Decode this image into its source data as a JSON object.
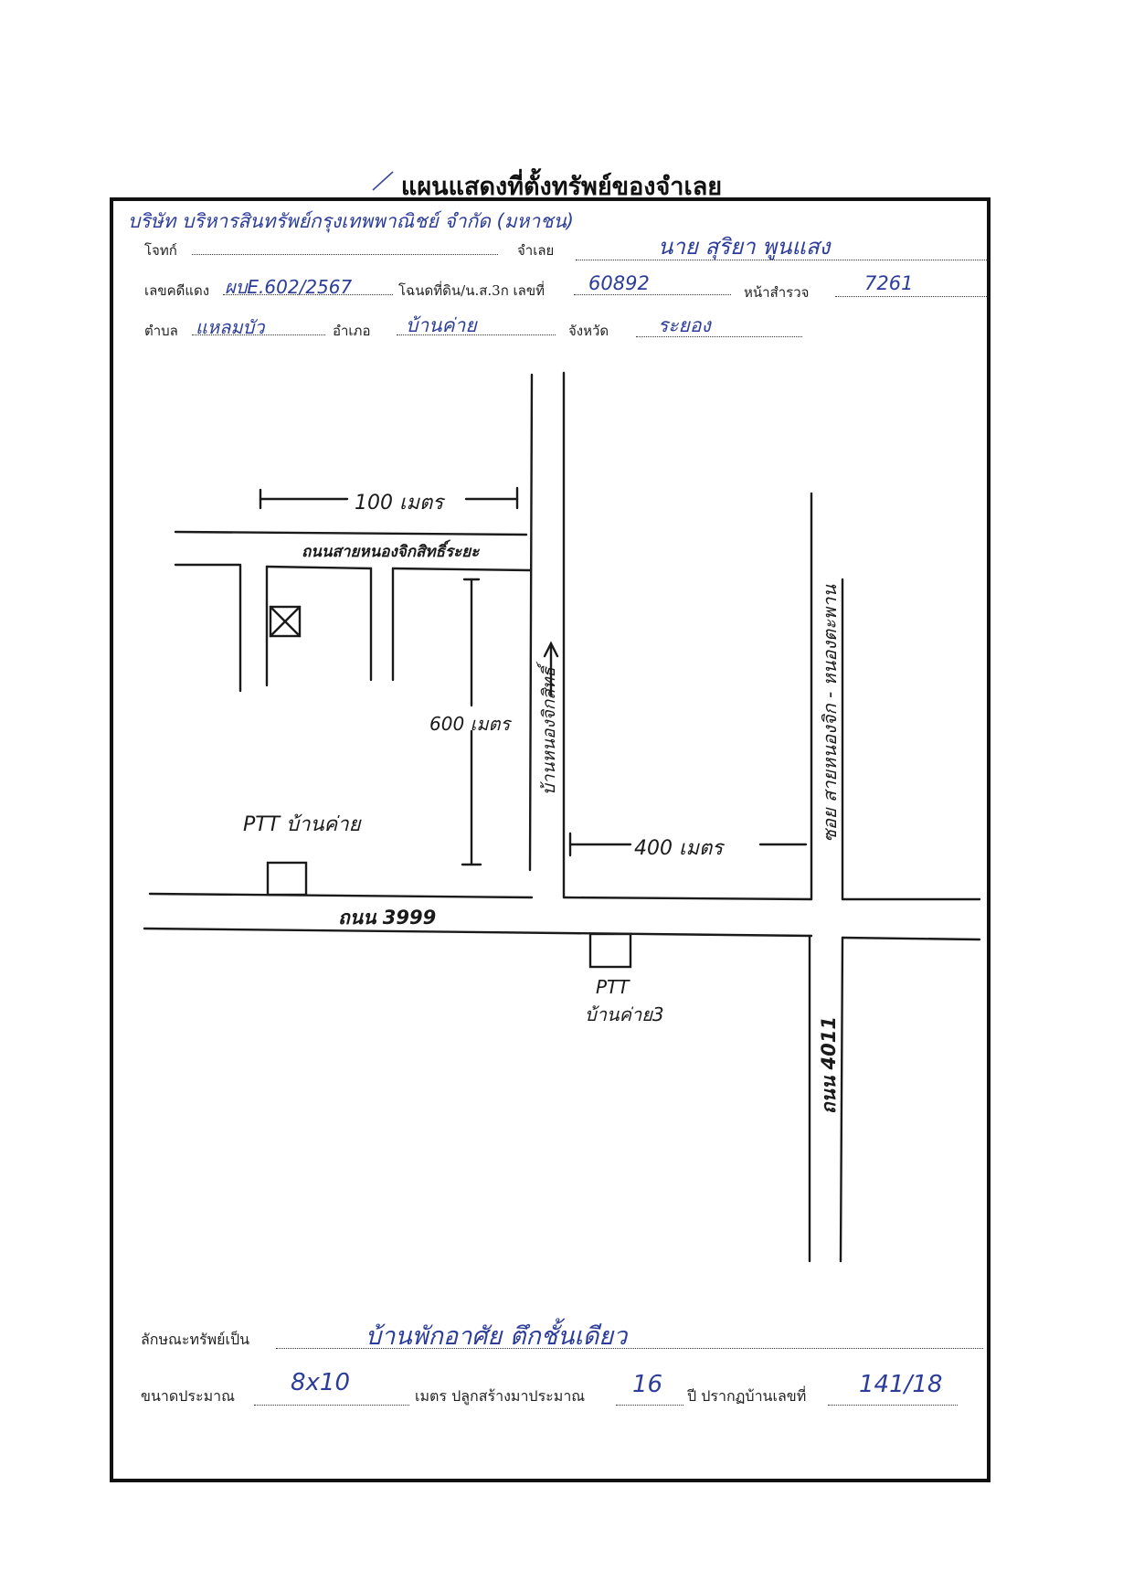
{
  "document": {
    "title": "แผนแสดงที่ตั้งทรัพย์ของจำเลย"
  },
  "header_fields": {
    "plaintiff_label": "โจทก์",
    "plaintiff_value": "บริษัท บริหารสินทรัพย์กรุงเทพพาณิชย์ จำกัด (มหาชน)",
    "defendant_label": "จำเลย",
    "defendant_value": "นาย สุริยา พูนแสง",
    "case_no_label": "เลขคดีแดง",
    "case_no_value": "ผบE.602/2567",
    "deed_label": "โฉนดที่ดิน/น.ส.3ก เลขที่",
    "deed_value": "60892",
    "survey_label": "หน้าสำรวจ",
    "survey_value": "7261",
    "subdistrict_label": "ตำบล",
    "subdistrict_value": "แหลมบัว",
    "district_label": "อำเภอ",
    "district_value": "บ้านค่าย",
    "province_label": "จังหวัด",
    "province_value": "ระยอง"
  },
  "map": {
    "dist_top": "100 เมตร",
    "road_top": "ถนนสายหนองจิกสิทธิ์ระยะ",
    "dist_vertical": "600 เมตร",
    "road_vertical": "บ้านหนองจิกสิทธิ์",
    "ptt_left": "PTT บ้านค่าย",
    "dist_right": "400 เมตร",
    "road_right": "ซอย สายหนองจิก - หนองตะพาน",
    "road_main": "ถนน 3999",
    "ptt_bottom_line1": "PTT",
    "ptt_bottom_line2": "บ้านค่าย3",
    "road_4011": "ถนน 4011"
  },
  "footer_fields": {
    "property_type_label": "ลักษณะทรัพย์เป็น",
    "property_type_value": "บ้านพักอาศัย ตึกชั้นเดียว",
    "size_label": "ขนาดประมาณ",
    "size_value": "8x10",
    "unit_label": "เมตร ปลูกสร้างมาประมาณ",
    "years_value": "16",
    "house_no_label": "ปี ปรากฏบ้านเลขที่",
    "house_no_value": "141/18"
  }
}
